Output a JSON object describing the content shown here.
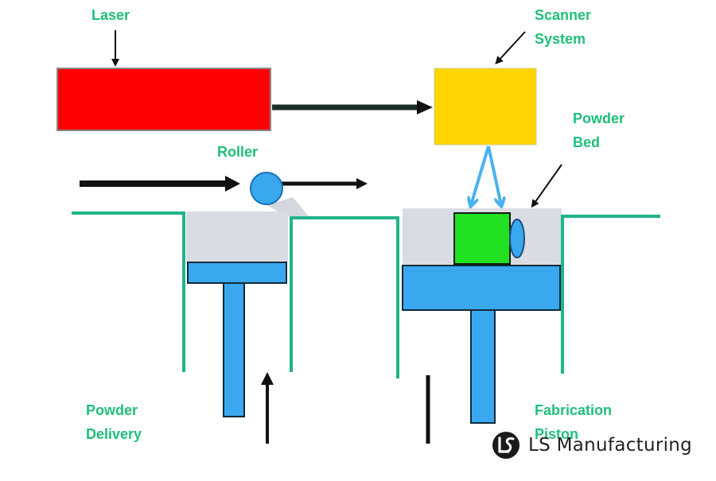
{
  "labels": {
    "laser": "Laser",
    "scanner": [
      "Scanner",
      "System"
    ],
    "roller": "Roller",
    "powder_bed": [
      "Powder",
      "Bed"
    ],
    "powder_delivery": [
      "Powder",
      "Delivery"
    ],
    "fabrication_piston": [
      "Fabrication",
      "Piston"
    ]
  },
  "watermark": {
    "text": "LS Manufacturing"
  },
  "colors": {
    "label_text": "#1fbf7a",
    "laser": "#ff0000",
    "scanner": "#ffd400",
    "part": "#22e022",
    "piston": "#3aa8ef",
    "chamber_wall": "#21b38a",
    "powder": "#d9dde3",
    "beam": "#49b3ee",
    "arrow": "#111111"
  }
}
